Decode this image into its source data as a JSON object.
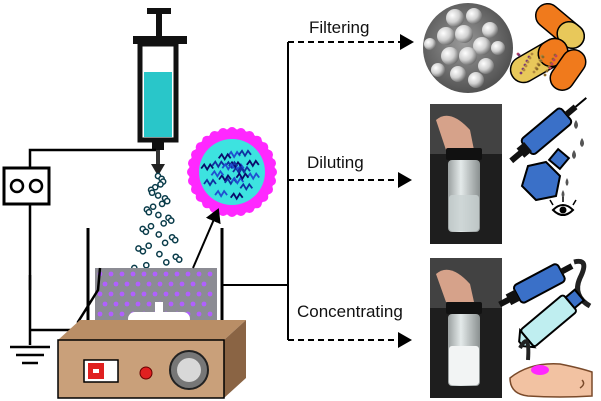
{
  "labels": {
    "filtering": "Filtering",
    "diluting": "Diluting",
    "concentrating": "Concentrating"
  },
  "colors": {
    "syringe_fluid": "#29c6c9",
    "particle_shell": "#ff28ff",
    "particle_core": "#3de3e0",
    "chain": "#0a3c4a",
    "bath_liquid": "#8c8c94",
    "dots": "#b060ff",
    "stirrer_box": "#c9a07a",
    "switch_red": "#e02020",
    "capsule_orange": "#f07a1c",
    "capsule_yellow": "#e8c85a",
    "skin": "#f2c2a2"
  }
}
